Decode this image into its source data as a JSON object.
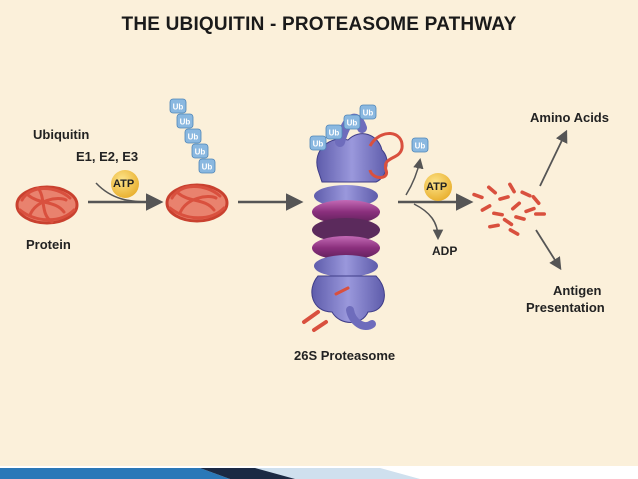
{
  "title": "THE UBIQUITIN - PROTEASOME PATHWAY",
  "labels": {
    "ubiquitin": "Ubiquitin",
    "enzymes": "E1, E2, E3",
    "protein": "Protein",
    "atp_left": "ATP",
    "atp_right": "ATP",
    "adp": "ADP",
    "amino_acids": "Amino Acids",
    "antigen_line1": "Antigen",
    "antigen_line2": "Presentation",
    "proteasome": "26S Proteasome"
  },
  "ub_tag": "Ub",
  "colors": {
    "background": "#fbf0da",
    "protein": "#d9503e",
    "ub": "#8ab8e0",
    "atp": "#f1c24b",
    "proteasome_body": "#7a78c4",
    "proteasome_ring": "#9d3f8e",
    "arrow": "#555555",
    "footer_blue": "#2a78b8",
    "footer_dark": "#1b2a44"
  },
  "icons": [
    "folded-protein-icon",
    "ubiquitin-tag-icon",
    "atp-badge-icon",
    "proteasome-icon",
    "peptide-fragment-icon",
    "arrow-icon"
  ]
}
